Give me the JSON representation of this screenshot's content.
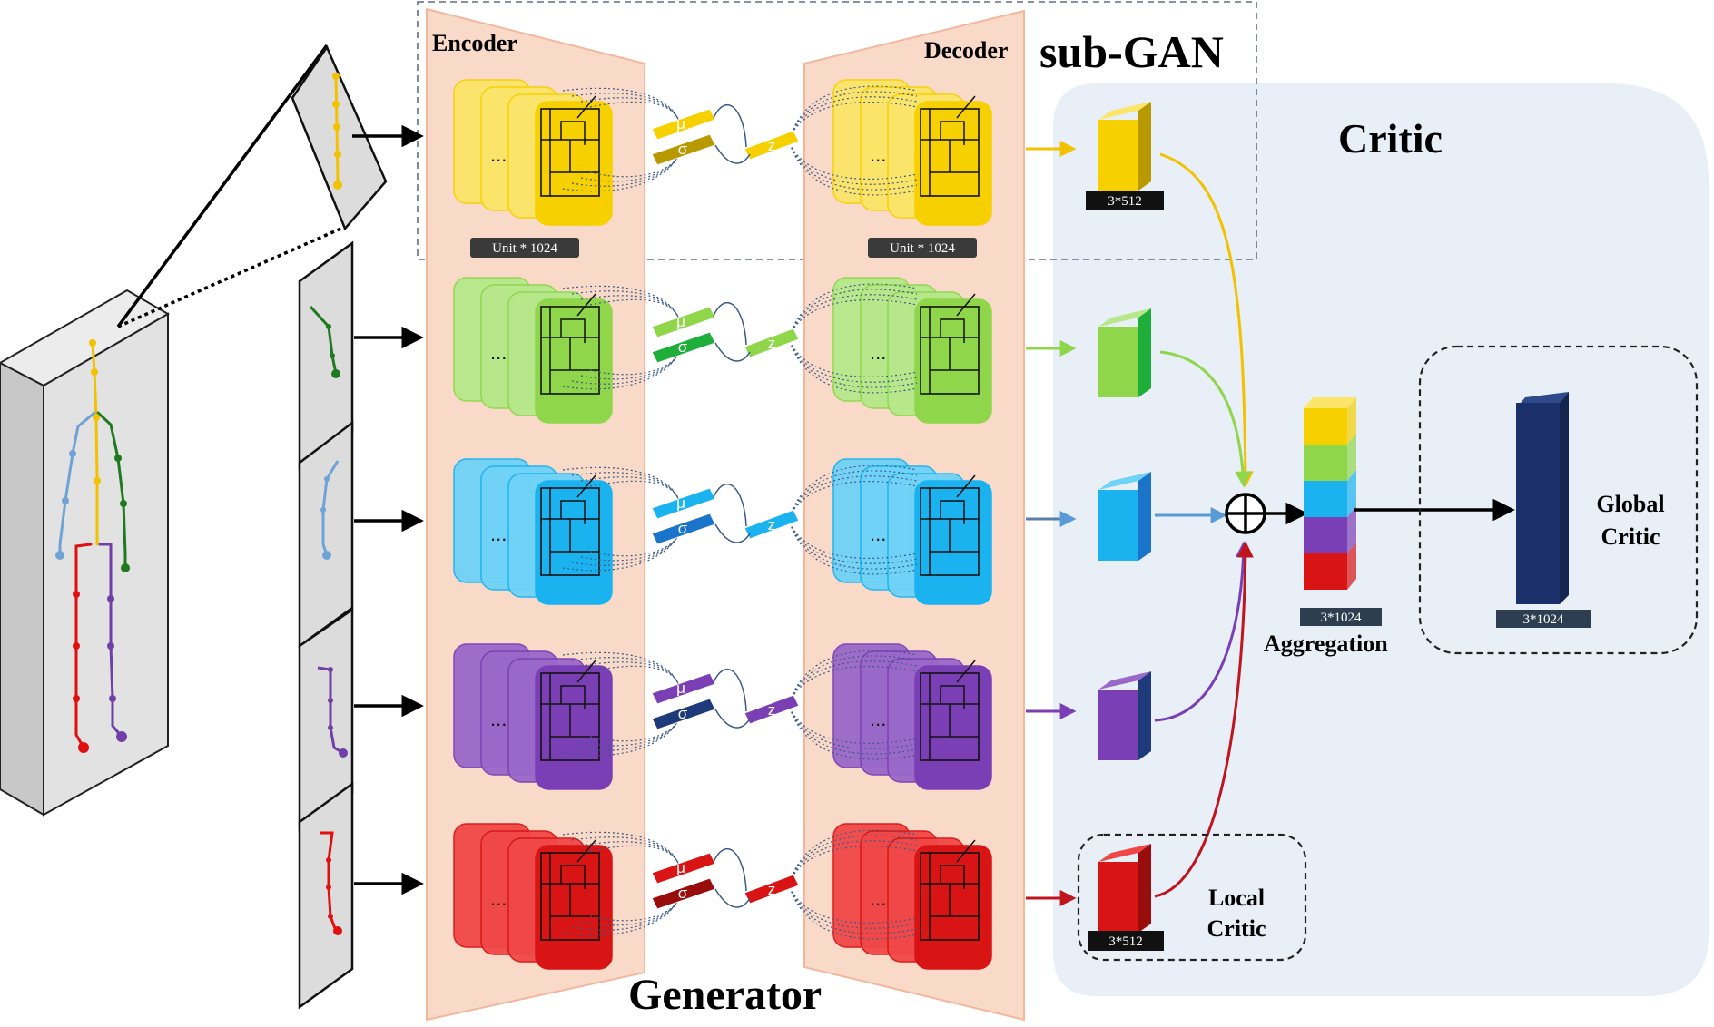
{
  "labels": {
    "encoder": "Encoder",
    "decoder": "Decoder",
    "sub_gan": "sub-GAN",
    "critic": "Critic",
    "generator": "Generator",
    "aggregation": "Aggregation",
    "global_critic_line1": "Global",
    "global_critic_line2": "Critic",
    "local_critic_line1": "Local",
    "local_critic_line2": "Critic"
  },
  "tags": {
    "encoder_unit": "Unit * 1024",
    "decoder_unit": "Unit * 1024",
    "top_feature": "3*512",
    "bottom_feature": "3*512",
    "aggregation_dim": "3*1024",
    "global_dim": "3*1024"
  },
  "latent_symbols": {
    "mu": "μ",
    "sigma": "σ",
    "z": "z",
    "ellipsis": "..."
  },
  "branches": [
    {
      "name": "yellow",
      "main": "#f7d000",
      "light": "#fbe56a",
      "dark": "#b89a00"
    },
    {
      "name": "green",
      "main": "#8fd64a",
      "light": "#b6e88a",
      "dark": "#1fae3a"
    },
    {
      "name": "blue",
      "main": "#1ab3ef",
      "light": "#6fd2f7",
      "dark": "#1a74c9"
    },
    {
      "name": "purple",
      "main": "#7b3fb5",
      "light": "#9a68c9",
      "dark": "#1f3a7a"
    },
    {
      "name": "red",
      "main": "#d81414",
      "light": "#f04848",
      "dark": "#9a0d0d"
    }
  ],
  "colors": {
    "generator_panel": "#f9d9c8",
    "generator_border": "#f2b79c",
    "critic_bg": "#e8eff6",
    "aggregation_stack": [
      "#f7d000",
      "#8fd64a",
      "#1ab3ef",
      "#7b3fb5",
      "#d81414"
    ],
    "global_critic_bar": "#1b2f6b"
  }
}
